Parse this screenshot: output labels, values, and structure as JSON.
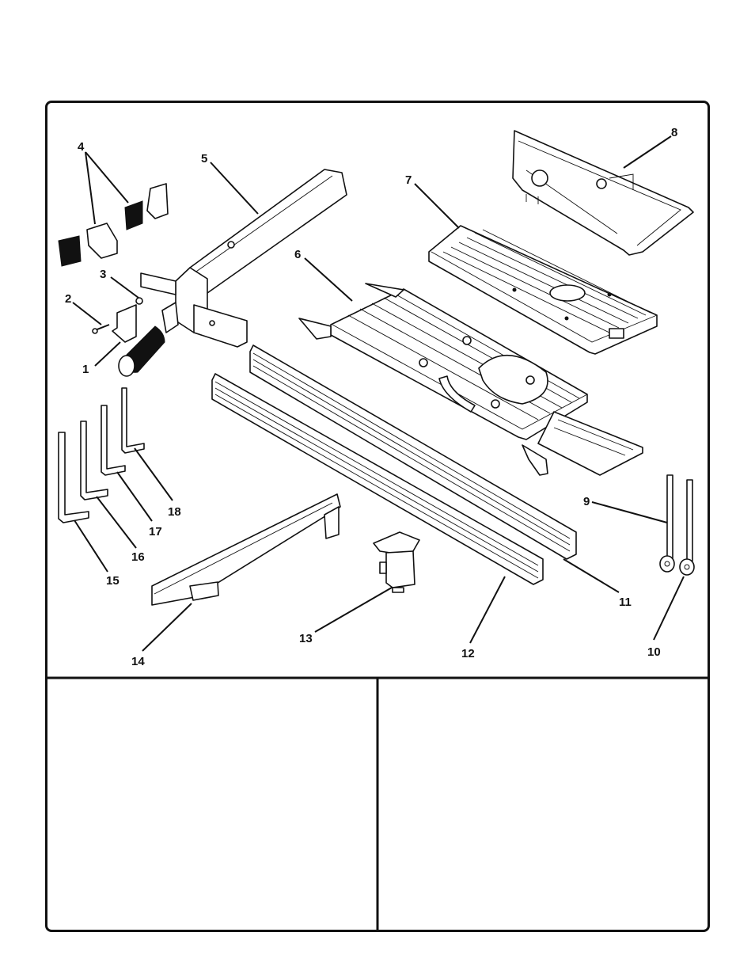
{
  "diagram": {
    "callouts": [
      "1",
      "2",
      "3",
      "4",
      "5",
      "6",
      "7",
      "8",
      "9",
      "10",
      "11",
      "12",
      "13",
      "14",
      "15",
      "16",
      "17",
      "18"
    ]
  },
  "lower_panels": {
    "left": "",
    "right": ""
  }
}
